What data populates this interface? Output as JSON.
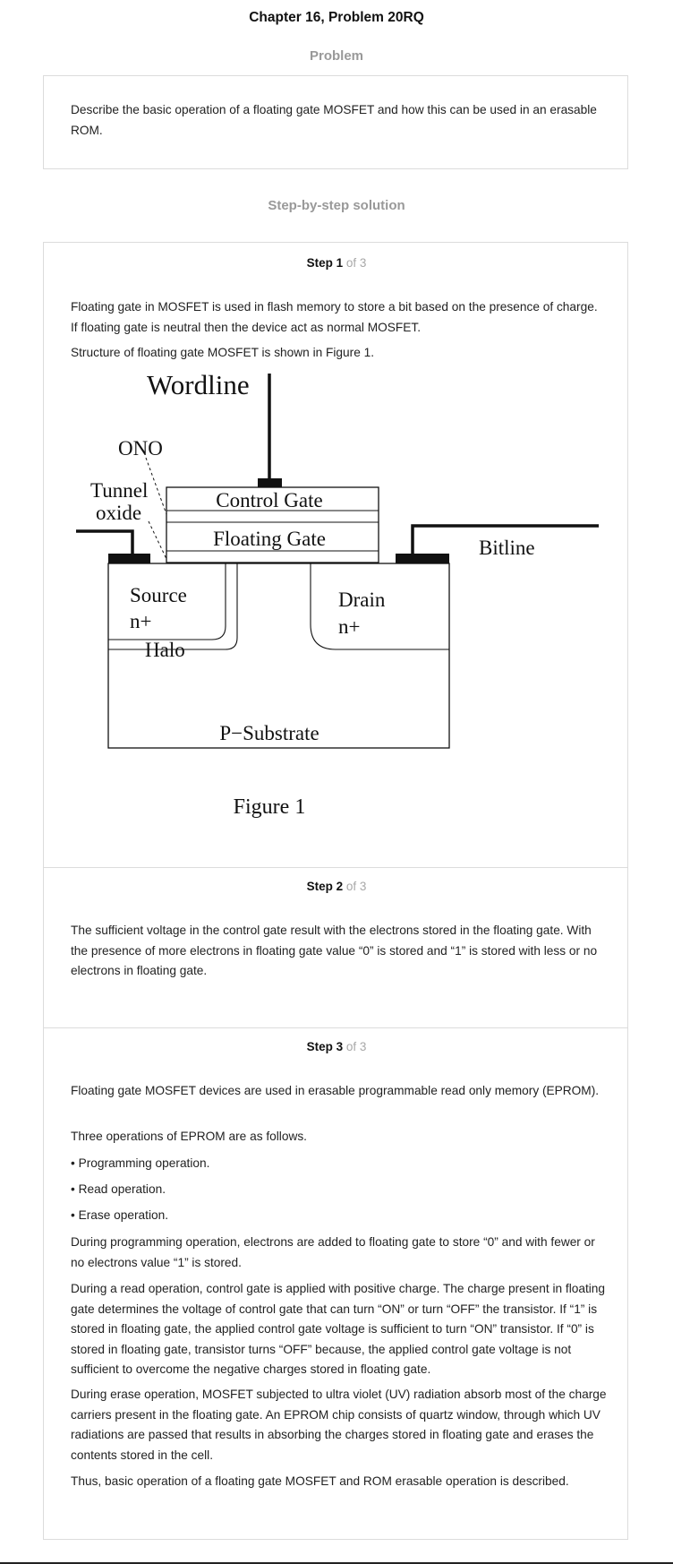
{
  "header": {
    "title": "Chapter 16, Problem 20RQ"
  },
  "problem": {
    "heading": "Problem",
    "text": "Describe the basic operation of a floating gate MOSFET and how this can be used in an erasable ROM."
  },
  "solution_heading": "Step-by-step solution",
  "steps": [
    {
      "label": "Step 1",
      "of": "of 3",
      "paragraphs": [
        "Floating gate in MOSFET is used in flash memory to store a bit based on the presence of charge. If floating gate is neutral then the device act as normal MOSFET.",
        "Structure of floating gate MOSFET is shown in Figure 1."
      ],
      "figure": {
        "wordline": "Wordline",
        "ono": "ONO",
        "tunnel_1": "Tunnel",
        "tunnel_2": "oxide",
        "control_gate": "Control Gate",
        "floating_gate": "Floating Gate",
        "bitline": "Bitline",
        "source_1": "Source",
        "source_2": "n+",
        "drain_1": "Drain",
        "drain_2": "n+",
        "halo": "Halo",
        "substrate": "P−Substrate",
        "caption": "Figure 1"
      }
    },
    {
      "label": "Step 2",
      "of": "of 3",
      "paragraphs": [
        "The sufficient voltage in the control gate result with the electrons stored in the floating gate. With the presence of more electrons in floating gate value “0” is stored and “1” is stored with less or no electrons in floating gate."
      ]
    },
    {
      "label": "Step 3",
      "of": "of 3",
      "paragraphs": [
        "Floating gate MOSFET devices are used in erasable programmable read only memory (EPROM).",
        "Three operations of EPROM are as follows.",
        "• Programming operation.",
        "• Read operation.",
        "• Erase operation.",
        "During programming operation, electrons are added to floating gate to store “0” and with fewer or no electrons value “1” is stored.",
        "During a read operation, control gate is applied with positive charge. The charge present in floating gate determines the voltage of control gate that can turn “ON” or turn “OFF” the transistor. If “1” is stored in floating gate, the applied control gate voltage is sufficient to turn “ON” transistor. If “0” is stored in floating gate, transistor turns “OFF” because, the applied control gate voltage is not sufficient to overcome the negative charges stored in floating gate.",
        "During erase operation, MOSFET subjected to ultra violet (UV) radiation absorb most of the charge carriers present in the floating gate. An EPROM chip consists of quartz window, through which UV radiations are passed that results in absorbing the charges stored in floating gate and erases the contents stored in the cell.",
        "Thus, basic operation of a floating gate MOSFET and ROM erasable operation is described."
      ]
    }
  ]
}
